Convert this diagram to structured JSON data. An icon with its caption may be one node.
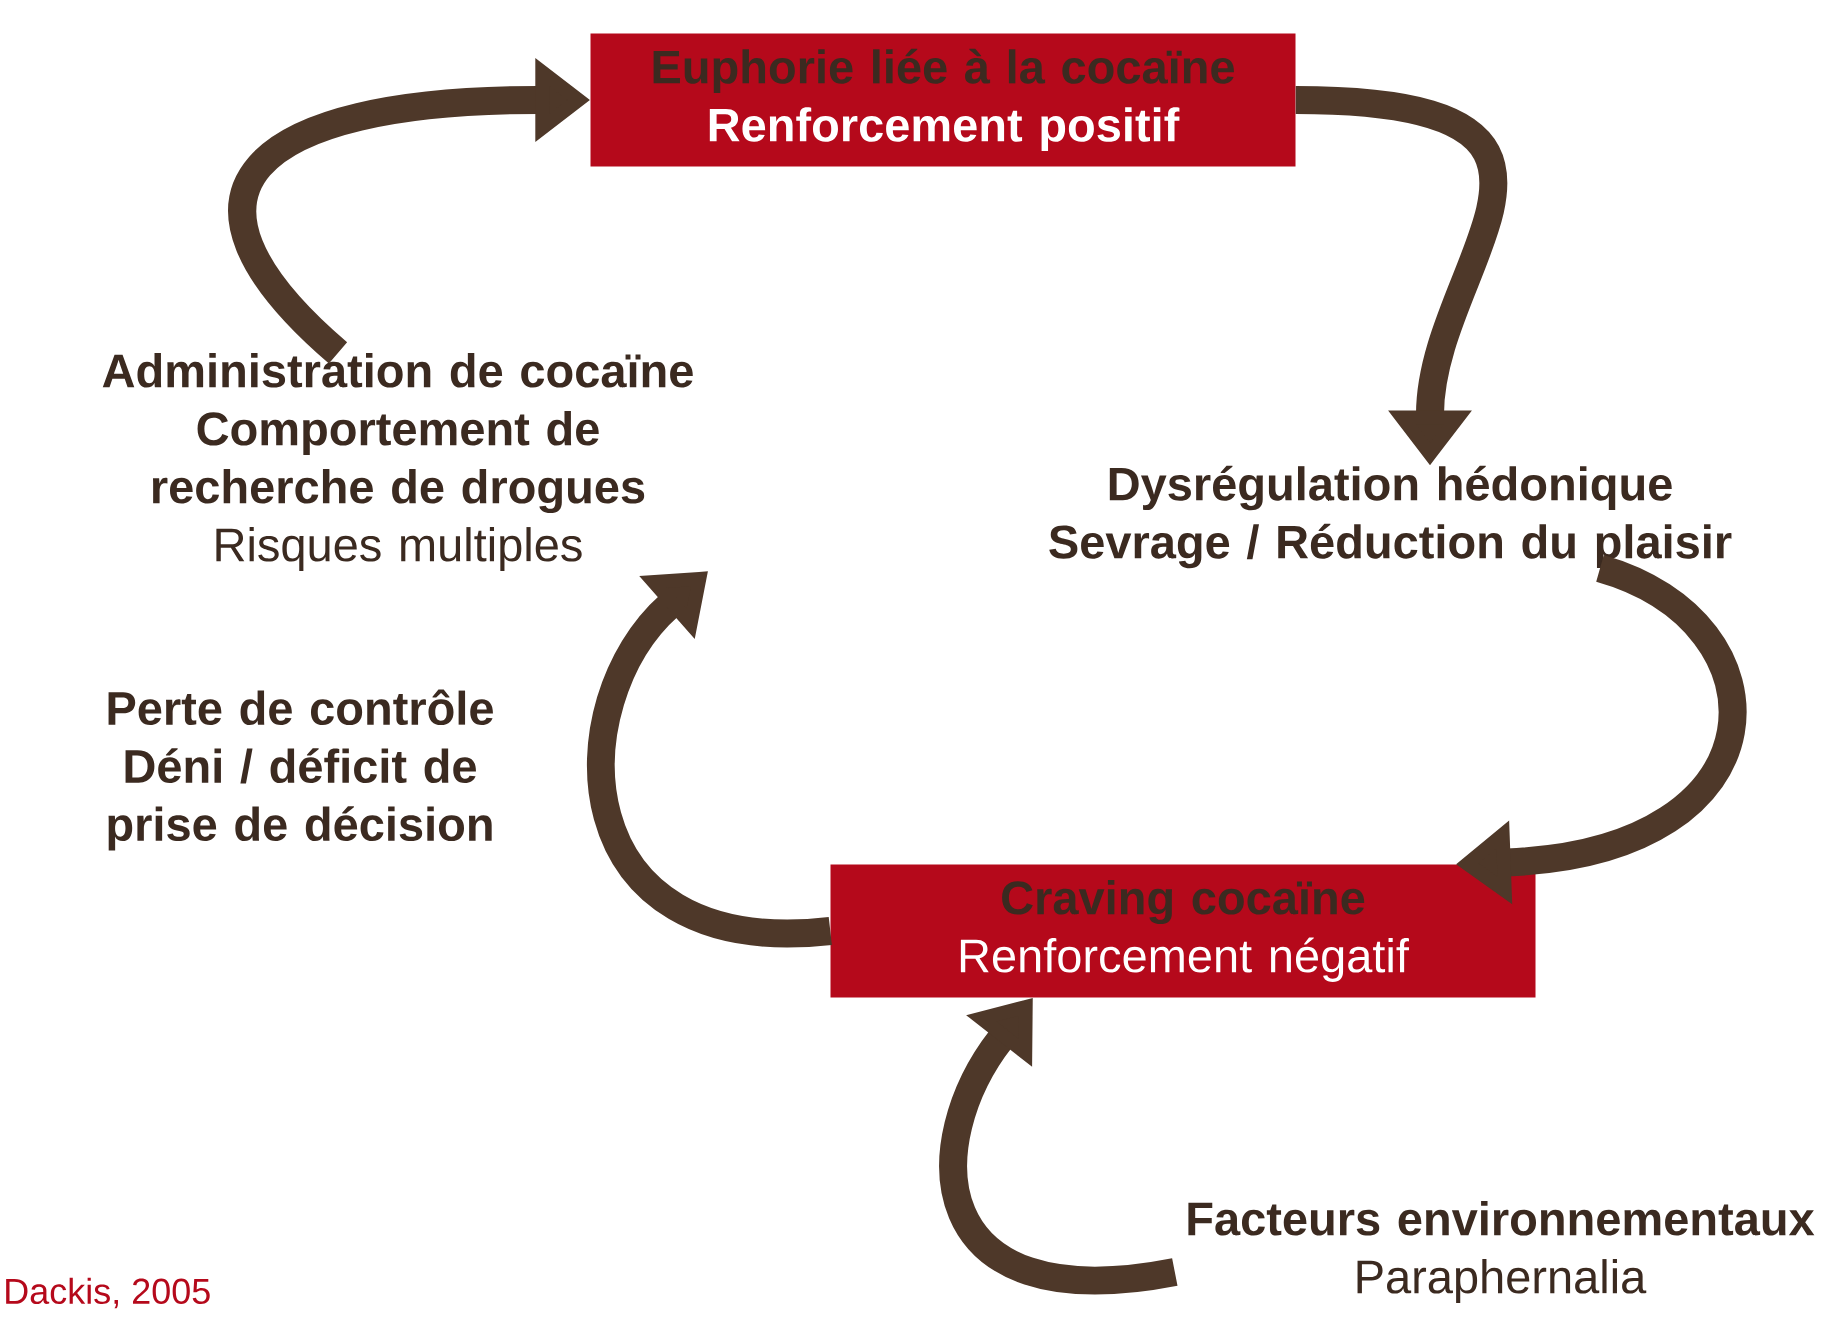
{
  "diagram": {
    "nodes": [
      {
        "text": [
          "Euphorie liée à la cocaïne",
          "Renforcement positif"
        ]
      },
      {
        "text": [
          "Dysrégulation hédonique",
          "Sevrage / Réduction du plaisir"
        ]
      },
      {
        "text": [
          "Craving cocaïne",
          "Renforcement négatif"
        ]
      },
      {
        "text": [
          "Perte de contrôle",
          "Déni / déficit de prise de décision"
        ]
      },
      {
        "text": [
          "Administration de cocaïne",
          "Comportement de recherche de drogues",
          "Risques multiples"
        ]
      },
      {
        "text": [
          "Facteurs environnementaux",
          "Paraphernalia"
        ]
      }
    ],
    "edges": [
      {
        "from": 4,
        "to": 0,
        "arrow": "to"
      },
      {
        "from": 0,
        "to": 1,
        "arrow": "to"
      },
      {
        "from": 1,
        "to": 2,
        "arrow": "to"
      },
      {
        "from": 2,
        "to": 4,
        "arrow": "to"
      },
      {
        "from": 5,
        "to": 2,
        "arrow": "to"
      }
    ],
    "labels": [
      "Dackis, 2005"
    ]
  }
}
